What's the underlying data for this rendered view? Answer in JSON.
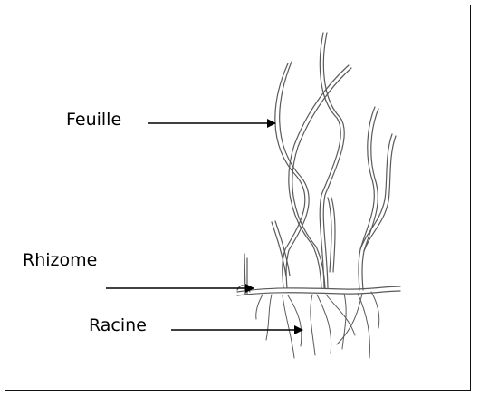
{
  "labels": {
    "leaf": "Feuille",
    "rhizome": "Rhizome",
    "root": "Racine"
  },
  "colors": {
    "ink": "#000000",
    "plant_stroke": "#5a5a5a"
  },
  "icons": {
    "plant": "grass-plant-illustration",
    "arrow": "right-arrow"
  }
}
